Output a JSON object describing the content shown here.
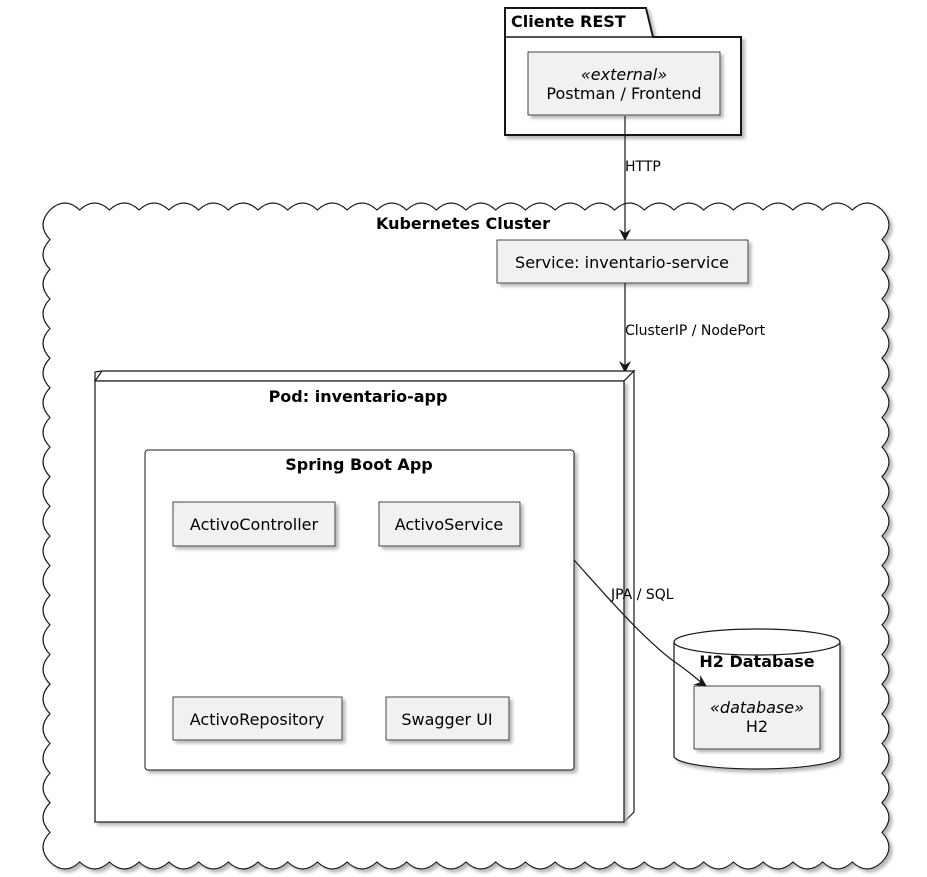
{
  "diagram": {
    "client_package": {
      "title": "Cliente REST",
      "node": {
        "stereotype": "«external»",
        "label": "Postman / Frontend"
      }
    },
    "cluster": {
      "title": "Kubernetes Cluster",
      "service": {
        "label": "Service: inventario-service"
      },
      "pod": {
        "title": "Pod: inventario-app",
        "app": {
          "title": "Spring Boot App",
          "components": [
            "ActivoController",
            "ActivoService",
            "ActivoRepository",
            "Swagger UI"
          ]
        }
      },
      "database": {
        "title": "H2 Database",
        "node": {
          "stereotype": "«database»",
          "label": "H2"
        }
      }
    },
    "edges": {
      "client_to_service": "HTTP",
      "service_to_pod": "ClusterIP / NodePort",
      "app_to_db": "JPA / SQL"
    },
    "colors": {
      "node_fill": "#f1f1f1",
      "node_border": "#181818",
      "shadow": "#c8c8c8",
      "background": "#ffffff"
    }
  }
}
